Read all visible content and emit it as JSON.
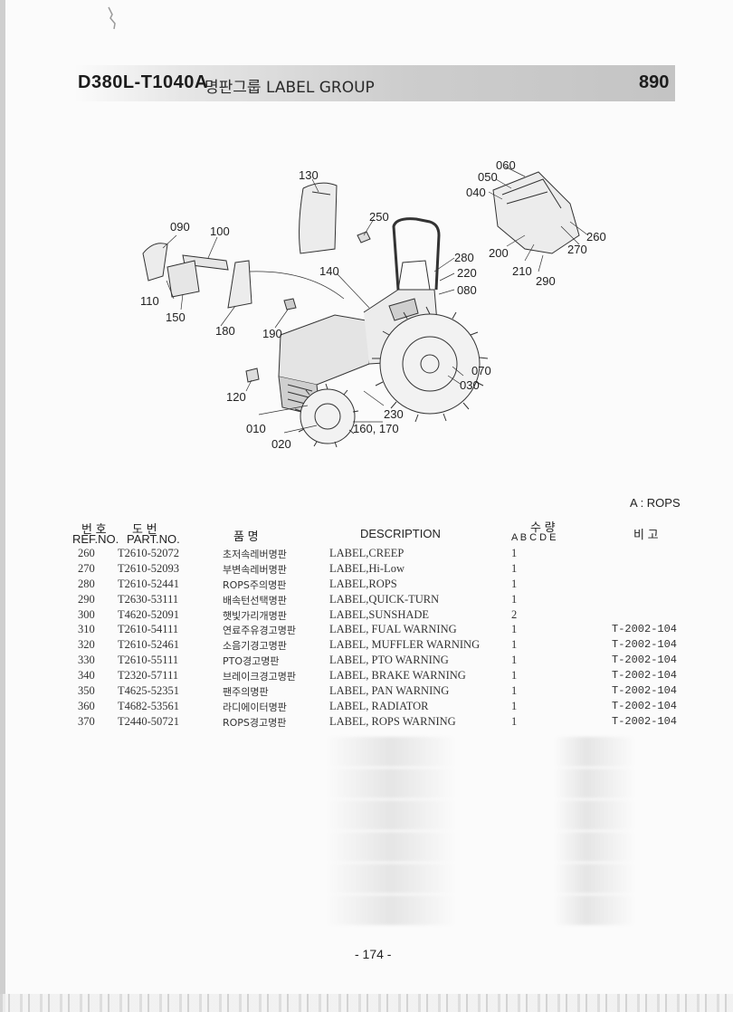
{
  "header": {
    "model_code": "D380L-T1040A",
    "title": "명판그룹 LABEL GROUP",
    "group_no": "890"
  },
  "diagram": {
    "callouts": [
      "130",
      "250",
      "060",
      "050",
      "040",
      "090",
      "100",
      "260",
      "270",
      "200",
      "280",
      "220",
      "140",
      "210",
      "290",
      "080",
      "110",
      "150",
      "180",
      "190",
      "070",
      "030",
      "120",
      "230",
      "010",
      "160, 170",
      "020"
    ]
  },
  "applicability_note": "A : ROPS",
  "table": {
    "header": {
      "ref_kr": "번 호",
      "ref_en": "REF.NO.",
      "part_kr": "도 번",
      "part_en": "PART.NO.",
      "name_kr": "품 명",
      "description": "DESCRIPTION",
      "qty_kr": "수 량",
      "qty_cols": "A B C D E",
      "remarks_kr": "비 고"
    },
    "rows": [
      {
        "ref": "260",
        "part": "T2610-52072",
        "name": "초저속레버명판",
        "desc": "LABEL,CREEP",
        "qty": "1",
        "note": ""
      },
      {
        "ref": "270",
        "part": "T2610-52093",
        "name": "부변속레버명판",
        "desc": "LABEL,Hi-Low",
        "qty": "1",
        "note": ""
      },
      {
        "ref": "280",
        "part": "T2610-52441",
        "name": "ROPS주의명판",
        "desc": "LABEL,ROPS",
        "qty": "1",
        "note": ""
      },
      {
        "ref": "290",
        "part": "T2630-53111",
        "name": "배속턴선택명판",
        "desc": "LABEL,QUICK-TURN",
        "qty": "1",
        "note": ""
      },
      {
        "ref": "300",
        "part": "T4620-52091",
        "name": "햇빛가리개명판",
        "desc": "LABEL,SUNSHADE",
        "qty": "2",
        "note": ""
      },
      {
        "ref": "310",
        "part": "T2610-54111",
        "name": "연료주유경고명판",
        "desc": "LABEL, FUAL WARNING",
        "qty": "1",
        "note": "T-2002-104"
      },
      {
        "ref": "320",
        "part": "T2610-52461",
        "name": "소음기경고명판",
        "desc": "LABEL, MUFFLER WARNING",
        "qty": "1",
        "note": "T-2002-104"
      },
      {
        "ref": "330",
        "part": "T2610-55111",
        "name": "PTO경고명판",
        "desc": "LABEL, PTO WARNING",
        "qty": "1",
        "note": "T-2002-104"
      },
      {
        "ref": "340",
        "part": "T2320-57111",
        "name": "브레이크경고명판",
        "desc": "LABEL, BRAKE WARNING",
        "qty": "1",
        "note": "T-2002-104"
      },
      {
        "ref": "350",
        "part": "T4625-52351",
        "name": "팬주의명판",
        "desc": "LABEL, PAN WARNING",
        "qty": "1",
        "note": "T-2002-104"
      },
      {
        "ref": "360",
        "part": "T4682-53561",
        "name": "라디에이터명판",
        "desc": "LABEL, RADIATOR",
        "qty": "1",
        "note": "T-2002-104"
      },
      {
        "ref": "370",
        "part": "T2440-50721",
        "name": "ROPS경고명판",
        "desc": "LABEL, ROPS WARNING",
        "qty": "1",
        "note": "T-2002-104"
      }
    ]
  },
  "footer": {
    "page_label": "- 174 -"
  }
}
